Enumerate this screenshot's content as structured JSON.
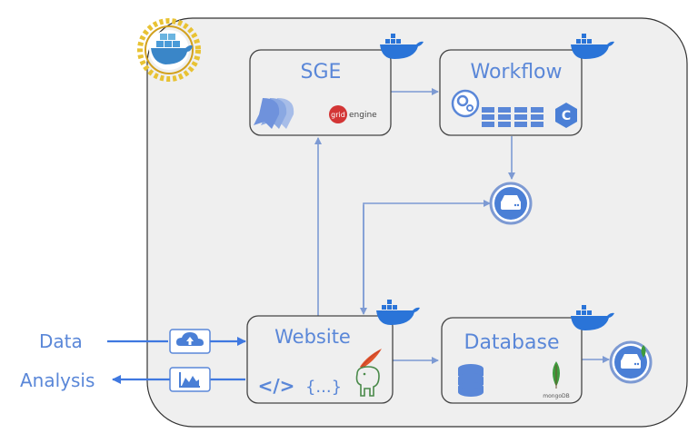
{
  "nodes": {
    "sge": {
      "title": "SGE",
      "logo_text_left": "grid",
      "logo_text_right": "engine"
    },
    "workflow": {
      "title": "Workflow",
      "logo_letter": "C"
    },
    "website": {
      "title": "Website",
      "code_tag": "</>",
      "json_braces": "{...}"
    },
    "database": {
      "title": "Database",
      "logo_text": "mongoDB"
    }
  },
  "io": {
    "input_label": "Data",
    "output_label": "Analysis"
  },
  "icons": {
    "container_logo": "dna-docker-logo-icon",
    "docker": "docker-whale-icon",
    "storage": "storage-drive-icon",
    "upload": "cloud-upload-icon",
    "chart": "area-chart-icon",
    "cluster": "rocket-cluster-icon",
    "gears": "gears-icon",
    "server_rack": "server-rack-icon",
    "code": "code-icon",
    "apache": "apache-feather-icon",
    "postgres": "elephant-icon",
    "database": "database-icon",
    "mongo": "mongodb-leaf-icon"
  },
  "colors": {
    "accent": "#5a87d8",
    "box_fill": "#efefef",
    "box_border": "#444444",
    "arrow": "#7d9ad3",
    "docker": "#2a74d8",
    "grid_red": "#d33535",
    "mongo_green": "#3d9b3d",
    "dna_gold": "#e8c233"
  }
}
